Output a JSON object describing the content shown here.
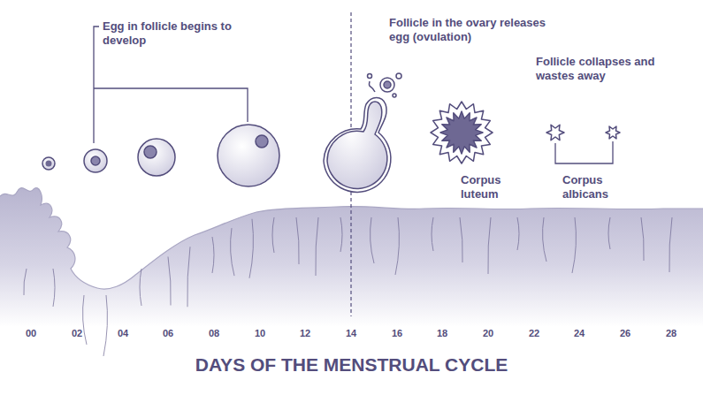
{
  "diagram": {
    "title": "DAYS OF THE MENSTRUAL CYCLE",
    "labels": [
      "Egg in follicle begins to develop",
      "Follicle in the ovary releases egg (ovulation)",
      "Follicle collapses and wastes away",
      "Corpus luteum",
      "Corpus albicans",
      "00",
      "02",
      "04",
      "06",
      "08",
      "10",
      "12",
      "14",
      "16",
      "18",
      "20",
      "22",
      "24",
      "26",
      "28"
    ]
  }
}
